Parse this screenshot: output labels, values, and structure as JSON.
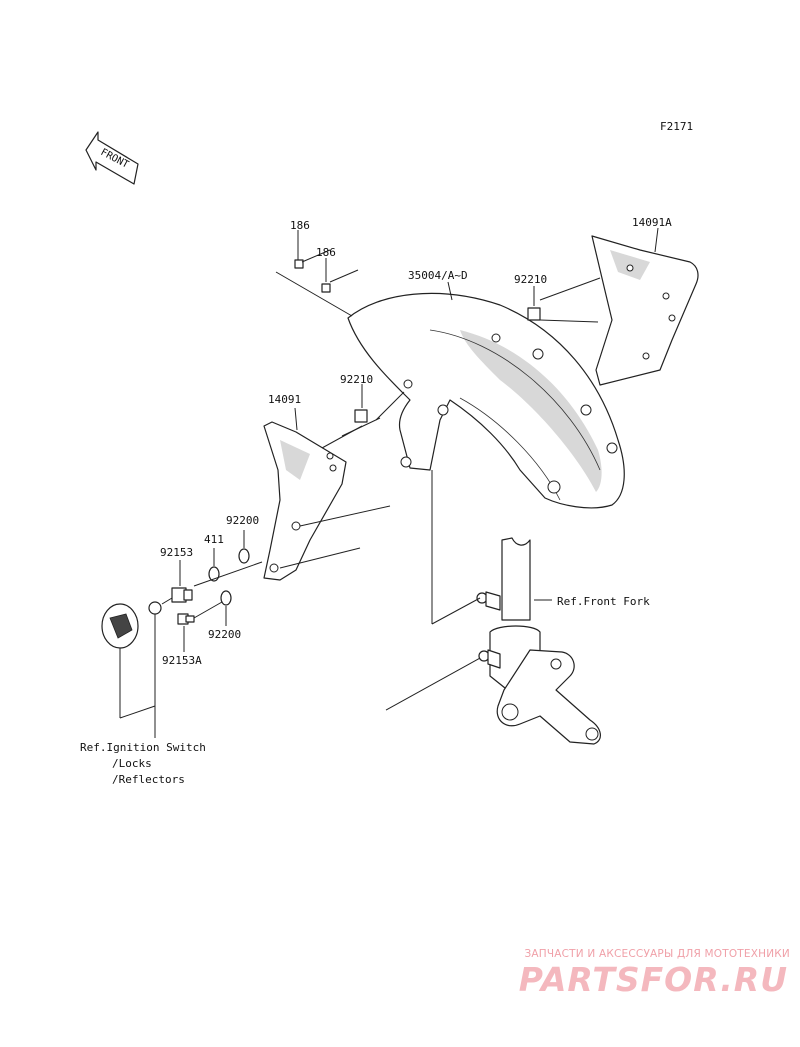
{
  "figure_code": "F2171",
  "front_arrow_label": "FRONT",
  "parts": {
    "p186_a": "186",
    "p186_b": "186",
    "p35004": "35004/A~D",
    "p92210_a": "92210",
    "p14091A": "14091A",
    "p92210_b": "92210",
    "p14091": "14091",
    "p92200_a": "92200",
    "p411": "411",
    "p92153": "92153",
    "p92200_b": "92200",
    "p92153A": "92153A"
  },
  "references": {
    "front_fork": "Ref.Front Fork",
    "ignition_line1": "Ref.Ignition Switch",
    "ignition_line2": "/Locks",
    "ignition_line3": "/Reflectors"
  },
  "watermark": {
    "tagline": "ЗАПЧАСТИ И АКСЕССУАРЫ ДЛЯ МОТОТЕХНИКИ",
    "logo": "PARTSFOR.RU"
  }
}
